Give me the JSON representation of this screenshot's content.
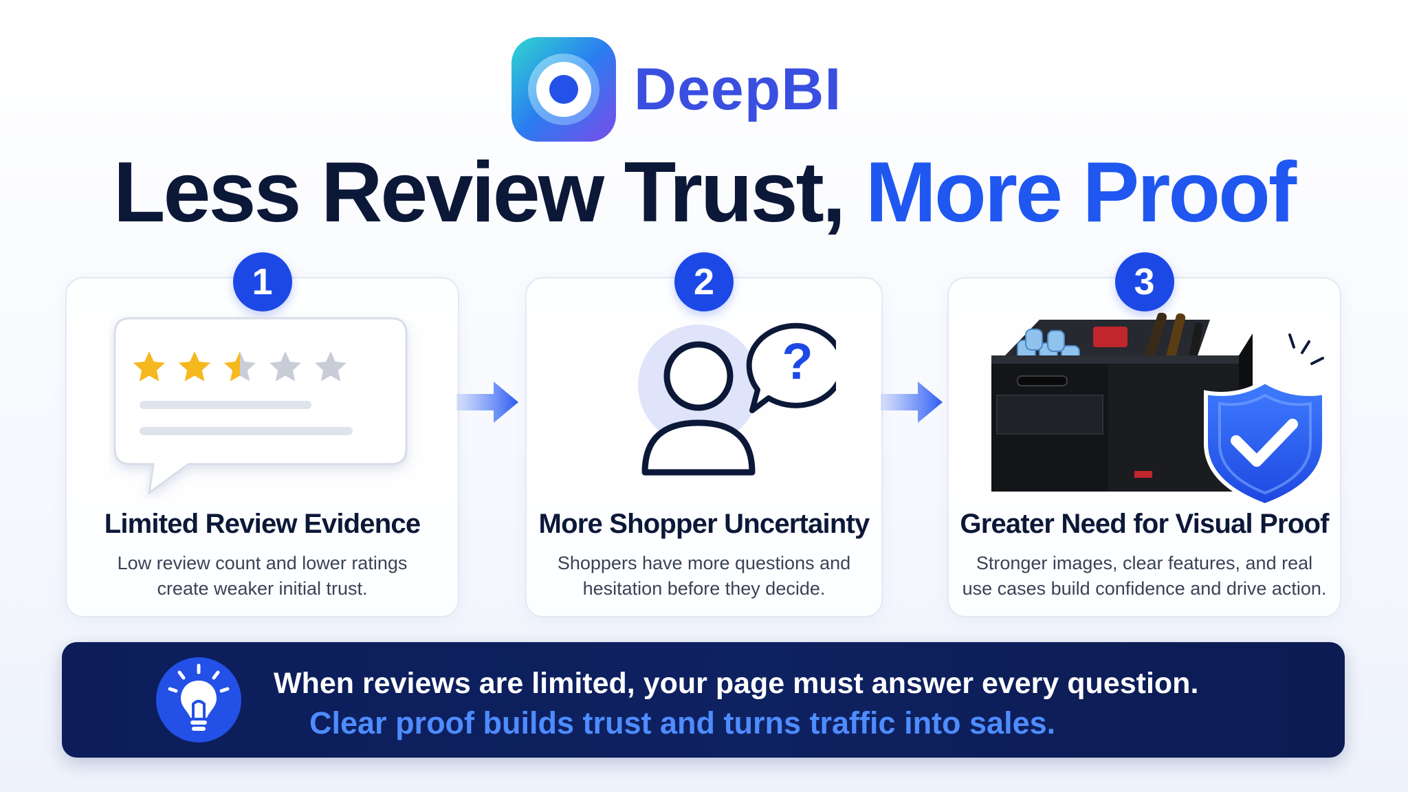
{
  "brand": {
    "name": "DeepBI",
    "logo_icon": "deepbi-logo-icon"
  },
  "title": {
    "main": "Less Review Trust,",
    "accent": "More Proof"
  },
  "colors": {
    "primary": "#1c49e6",
    "accent": "#1f57f0",
    "dark": "#0c1838",
    "banner": "#0e2160",
    "banner_highlight": "#4e8cff",
    "star_filled": "#f5b81f",
    "star_empty": "#c8cdd8"
  },
  "steps": [
    {
      "number": "1",
      "title": "Limited Review Evidence",
      "desc_lines": [
        "Low review count and lower ratings",
        "create weaker initial trust."
      ],
      "icon": "review-card-icon",
      "rating": {
        "value": 2.5,
        "max": 5
      }
    },
    {
      "number": "2",
      "title": "More Shopper Uncertainty",
      "desc_lines": [
        "Shoppers have more questions and",
        "hesitation before they decide."
      ],
      "icon": "shopper-question-icon",
      "bubble_glyph": "?"
    },
    {
      "number": "3",
      "title": "Greater Need for Visual Proof",
      "desc_lines": [
        "Stronger images, clear features, and real",
        "use cases build confidence and drive action."
      ],
      "icon": "organizer-shield-icon"
    }
  ],
  "flow_arrow_icon": "arrow-right-icon",
  "banner": {
    "icon": "lightbulb-icon",
    "line1": "When reviews are limited, your page must answer every question.",
    "line2": "Clear proof builds trust and turns traffic into sales."
  }
}
